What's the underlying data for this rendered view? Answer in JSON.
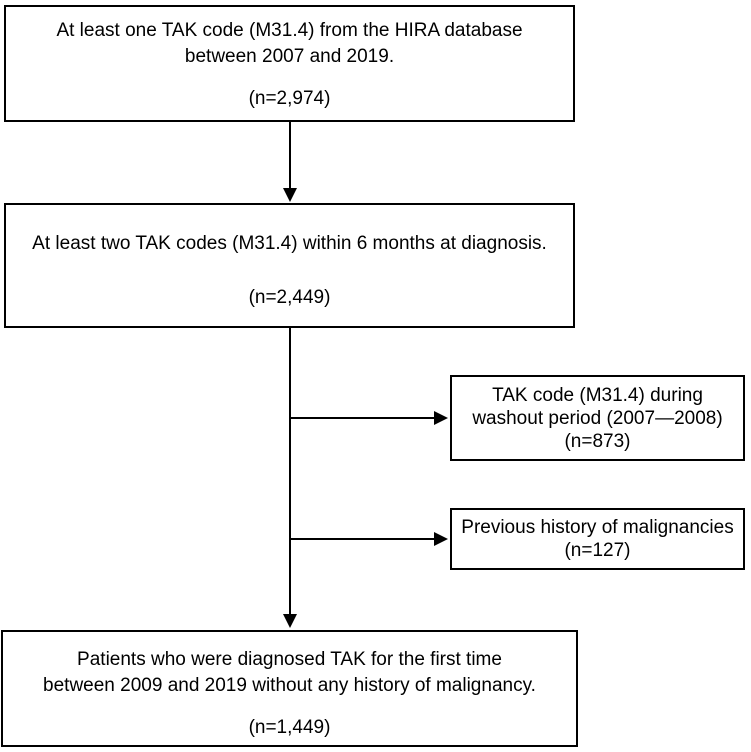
{
  "flowchart": {
    "box_hira": {
      "lines": [
        "At least one TAK code (M31.4) from the HIRA database",
        "between 2007 and 2019."
      ],
      "n": "(n=2,974)"
    },
    "box_two_codes": {
      "lines": [
        "At least two TAK codes (M31.4) within 6 months at diagnosis."
      ],
      "n": "(n=2,449)"
    },
    "box_washout": {
      "lines": [
        "TAK code (M31.4) during",
        "washout period (2007—2008)"
      ],
      "n": "(n=873)"
    },
    "box_malignancy_history": {
      "lines": [
        "Previous history of malignancies"
      ],
      "n": "(n=127)"
    },
    "box_final": {
      "lines": [
        "Patients who were diagnosed TAK for the first time",
        "between 2009 and 2019 without any history of malignancy."
      ],
      "n": "(n=1,449)"
    },
    "colors": {
      "border": "#000000",
      "text": "#000000",
      "background": "#ffffff"
    }
  }
}
